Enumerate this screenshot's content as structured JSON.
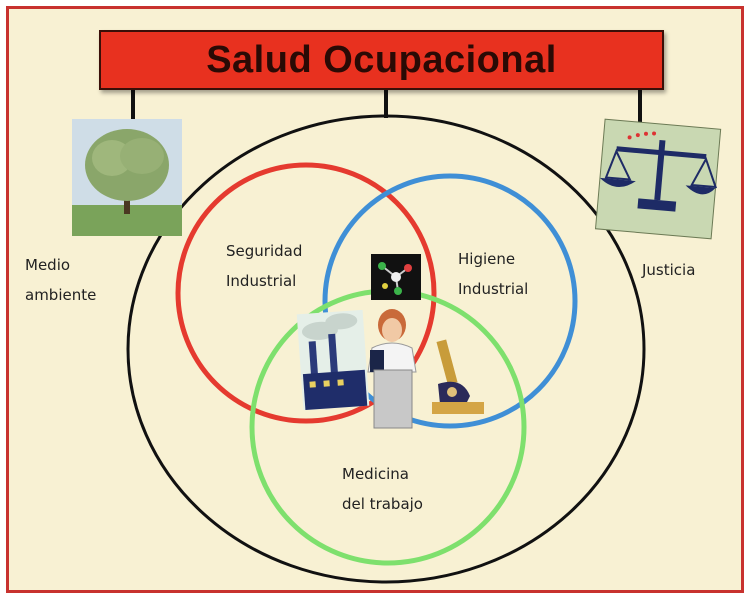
{
  "title": "Salud Ocupacional",
  "labels": {
    "medio_ambiente_1": "Medio",
    "medio_ambiente_2": "ambiente",
    "justicia": "Justicia",
    "seguridad_1": "Seguridad",
    "seguridad_2": "Industrial",
    "higiene_1": "Higiene",
    "higiene_2": "Industrial",
    "medicina_1": "Medicina",
    "medicina_2": "del trabajo"
  },
  "colors": {
    "frame_bg": "#f8f1d3",
    "title_bg": "#e8311f",
    "circle_seguridad": "#e53a2f",
    "circle_higiene": "#3f8fd6",
    "circle_medicina": "#7ee06d",
    "outer_circle": "#111111"
  }
}
